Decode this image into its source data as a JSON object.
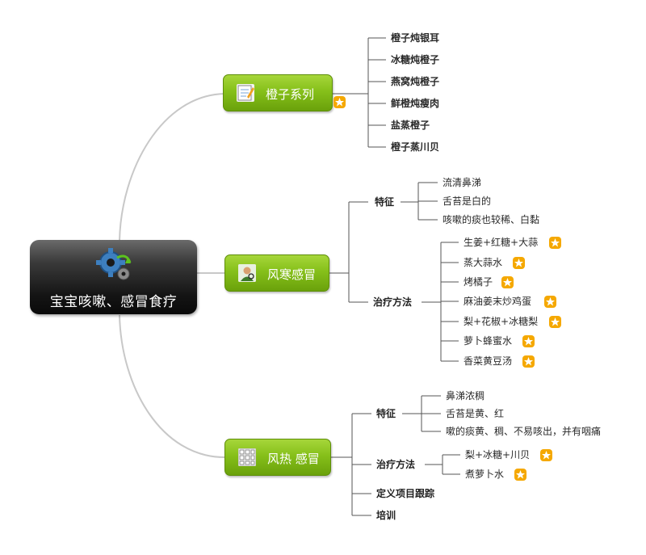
{
  "central": {
    "title": "宝宝咳嗽、感冒食疗",
    "icon": "gear-icon"
  },
  "colors": {
    "branch_green": "#86c01a",
    "central_dark": "#1a1a1a",
    "star_orange": "#f5a800",
    "connector": "#c8c8c8"
  },
  "branches": [
    {
      "id": "orange",
      "label": "橙子系列",
      "icon": "notepad-icon",
      "has_star": true,
      "items": [
        "橙子炖银耳",
        "冰糖炖橙子",
        "燕窝炖橙子",
        "鲜橙炖瘦肉",
        "盐蒸橙子",
        "橙子蒸川贝"
      ]
    },
    {
      "id": "cold",
      "label": "风寒感冒",
      "icon": "person-icon",
      "groups": [
        {
          "label": "特征",
          "items": [
            {
              "text": "流清鼻涕",
              "star": false
            },
            {
              "text": "舌苔是白的",
              "star": false
            },
            {
              "text": "咳嗽的痰也较稀、白黏",
              "star": false
            }
          ]
        },
        {
          "label": "治疗方法",
          "items": [
            {
              "text": "生姜+红糖+大蒜",
              "star": true
            },
            {
              "text": "蒸大蒜水",
              "star": true
            },
            {
              "text": "烤橘子",
              "star": true
            },
            {
              "text": "麻油姜末炒鸡蛋",
              "star": true
            },
            {
              "text": "梨+花椒+冰糖梨",
              "star": true
            },
            {
              "text": "萝卜蜂蜜水",
              "star": true
            },
            {
              "text": "香菜黄豆汤",
              "star": true
            }
          ]
        }
      ]
    },
    {
      "id": "heat",
      "label": "风热 感冒",
      "icon": "grid-icon",
      "groups": [
        {
          "label": "特征",
          "items": [
            {
              "text": "鼻涕浓稠",
              "star": false
            },
            {
              "text": "舌苔是黄、红",
              "star": false
            },
            {
              "text": "嗽的痰黄、稠、不易咳出，并有咽痛",
              "star": false
            }
          ]
        },
        {
          "label": "治疗方法",
          "items": [
            {
              "text": "梨+冰糖+川贝",
              "star": true
            },
            {
              "text": "煮萝卜水",
              "star": true
            }
          ]
        },
        {
          "label": "定义项目跟踪",
          "items": []
        },
        {
          "label": "培训",
          "items": []
        }
      ]
    }
  ]
}
